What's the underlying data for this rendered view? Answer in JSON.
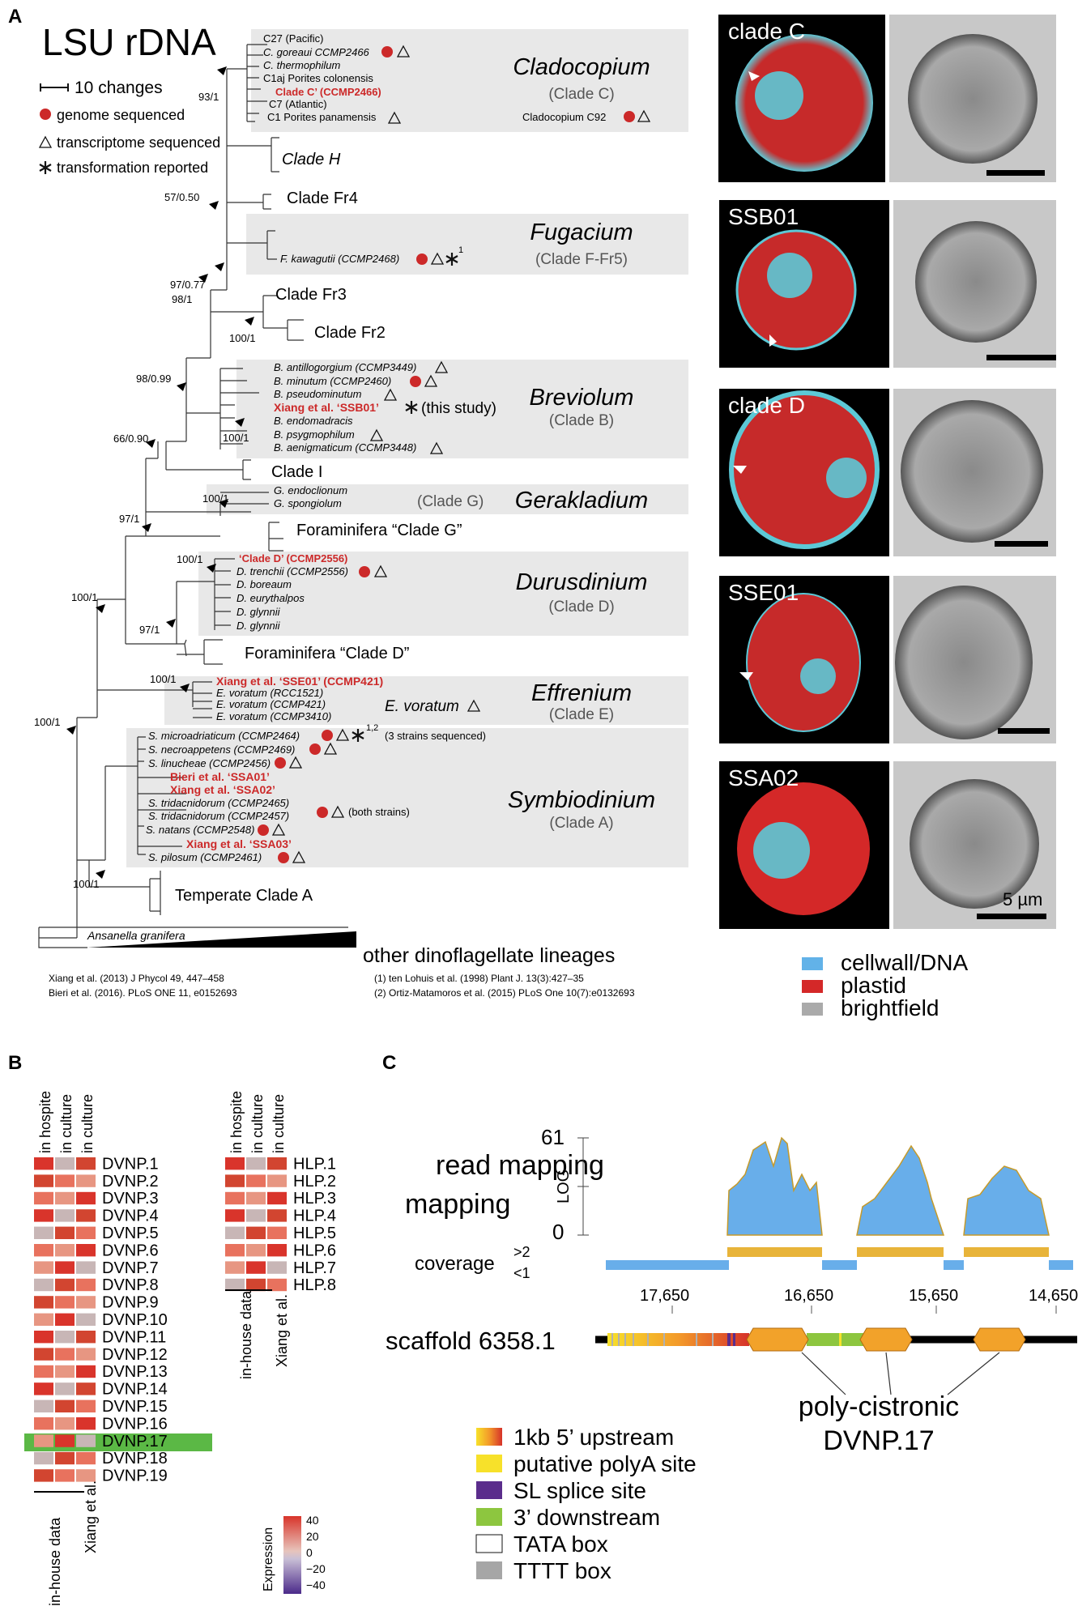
{
  "panel_a": {
    "letter": "A",
    "title": "LSU rDNA",
    "legend": {
      "scale": "10 changes",
      "genome": "genome sequenced",
      "transcriptome": "transcriptome sequenced",
      "transformation": "transformation reported"
    },
    "bootstrap": [
      "93/1",
      "57/0.50",
      "97/0.77",
      "98/1",
      "100/1",
      "98/0.99",
      "66/0.90",
      "100/1",
      "97/1",
      "100/1",
      "100/1",
      "97/1",
      "100/1",
      "100/1",
      "100/1",
      "100/1"
    ],
    "clades": [
      {
        "name": "Cladocopium",
        "sub": "(Clade C)"
      },
      {
        "name": "Fugacium",
        "sub": "(Clade F-Fr5)"
      },
      {
        "name": "Breviolum",
        "sub": "(Clade B)"
      },
      {
        "name": "Gerakladium",
        "sub": "(Clade G)"
      },
      {
        "name": "Durusdinium",
        "sub": "(Clade D)"
      },
      {
        "name": "Effrenium",
        "sub": "(Clade E)"
      },
      {
        "name": "Symbiodinium",
        "sub": "(Clade A)"
      }
    ],
    "other_clades": [
      "Clade H",
      "Clade Fr4",
      "Clade Fr3",
      "Clade Fr2",
      "Clade I",
      "Foraminifera “Clade G”",
      "Foraminifera “Clade D”",
      "Temperate Clade A"
    ],
    "taxa": {
      "c27": "C27 (Pacific)",
      "c_goreaui": "C. goreaui CCMP2466",
      "c_thermo": "C. thermophilum",
      "c1aj": "C1aj Porites colonensis",
      "clade_c_prime": "Clade C’ (CCMP2466)",
      "c7": "C7 (Atlantic)",
      "c1": "C1 Porites panamensis",
      "c92": "Cladocopium C92",
      "f_kaw": "F. kawagutii (CCMP2468)",
      "f_sup": "1",
      "b_antil": "B. antillogorgium (CCMP3449)",
      "b_min": "B. minutum (CCMP2460)",
      "b_pseudo": "B. pseudominutum",
      "ssb01": "Xiang et al. ‘SSB01’",
      "this_study": "(this study)",
      "b_endo": "B. endomadracis",
      "b_psy": "B. psygmophilum",
      "b_aeni": "B. aenigmaticum (CCMP3448)",
      "g_endo": "G. endoclionum",
      "g_spong": "G. spongiolum",
      "clade_g": "(Clade G)",
      "clade_d_prime": "‘Clade D’ (CCMP2556)",
      "d_tren": "D. trenchii (CCMP2556)",
      "d_bor": "D. boreaum",
      "d_eury": "D. eurythalpos",
      "d_gly1": "D. glynnii",
      "d_gly2": "D. glynnii",
      "sse01": "Xiang et al. ‘SSE01’ (CCMP421)",
      "e_v1": "E. voratum (RCC1521)",
      "e_v2": "E. voratum (CCMP421)",
      "e_v3": "E. voratum (CCMP3410)",
      "e_vor": "E. voratum",
      "s_micro": "S. microadriaticum (CCMP2464)",
      "s_micro_sup": "1,2",
      "three_strains": "(3 strains sequenced)",
      "s_necro": "S. necroappetens (CCMP2469)",
      "s_lin": "S. linucheae (CCMP2456)",
      "ssa01": "Bieri et al. ‘SSA01’",
      "ssa02": "Xiang et al. ‘SSA02’",
      "s_tri1": "S. tridacnidorum (CCMP2465)",
      "s_tri2": "S. tridacnidorum (CCMP2457)",
      "both": "(both strains)",
      "s_nat": "S. natans (CCMP2548)",
      "ssa03": "Xiang et al. ‘SSA03’",
      "s_pil": "S. pilosum (CCMP2461)",
      "ansan": "Ansanella granifera",
      "other_lin": "other dinoflagellate lineages"
    },
    "refs": [
      "Xiang et al. (2013) J Phycol 49, 447–458",
      "Bieri et al. (2016). PLoS ONE 11, e0152693",
      "(1) ten Lohuis et al. (1998) Plant J. 13(3):427–35",
      "(2) Ortiz-Matamoros et al. (2015) PLoS One 10(7):e0132693"
    ],
    "cells": [
      "clade C",
      "SSB01",
      "clade D",
      "SSE01",
      "SSA02"
    ],
    "scale_bar": "5 µm",
    "channel_legend": [
      "cellwall/DNA",
      "plastid",
      "brightfield"
    ]
  },
  "panel_b": {
    "letter": "B",
    "col_headers": [
      "in hospite",
      "in culture",
      "in culture"
    ],
    "source_labels": [
      "in-house data",
      "Xiang et al."
    ],
    "dvnp": [
      "DVNP.1",
      "DVNP.2",
      "DVNP.3",
      "DVNP.4",
      "DVNP.5",
      "DVNP.6",
      "DVNP.7",
      "DVNP.8",
      "DVNP.9",
      "DVNP.10",
      "DVNP.11",
      "DVNP.12",
      "DVNP.13",
      "DVNP.14",
      "DVNP.15",
      "DVNP.16",
      "DVNP.17",
      "DVNP.18",
      "DVNP.19"
    ],
    "hlp": [
      "HLP.1",
      "HLP.2",
      "HLP.3",
      "HLP.4",
      "HLP.5",
      "HLP.6",
      "HLP.7",
      "HLP.8"
    ],
    "scale_title": "Expression",
    "scale_ticks": [
      "40",
      "20",
      "0",
      "−20",
      "−40"
    ]
  },
  "panel_c": {
    "letter": "C",
    "read_mapping": "read mapping",
    "log": "LOG",
    "y_max": "61",
    "y_min": "0",
    "coverage": "coverage",
    "cov_hi": ">2",
    "cov_lo": "<1",
    "ticks": [
      "17,650",
      "16,650",
      "15,650",
      "14,650"
    ],
    "scaffold": "scaffold 6358.1",
    "poly_label": [
      "poly-cistronic",
      "DVNP.17"
    ],
    "legend": [
      "1kb 5’ upstream",
      "putative polyA site",
      "SL splice site",
      "3’ downstream",
      "TATA box",
      "TTTT box"
    ]
  },
  "colors": {
    "red": "#cc2929",
    "shade": "#e8e8e8",
    "dapi": "#5cc8d6",
    "plastid": "#d42828",
    "cellwall": "#62b2e8",
    "brightfield": "#aaaaaa",
    "gene": "#f2a22a",
    "coverage": "#68aeea",
    "coverage_hi": "#e8b43a",
    "green": "#8dc63f",
    "yellow": "#f7e12a",
    "purple": "#5b2d8c"
  }
}
